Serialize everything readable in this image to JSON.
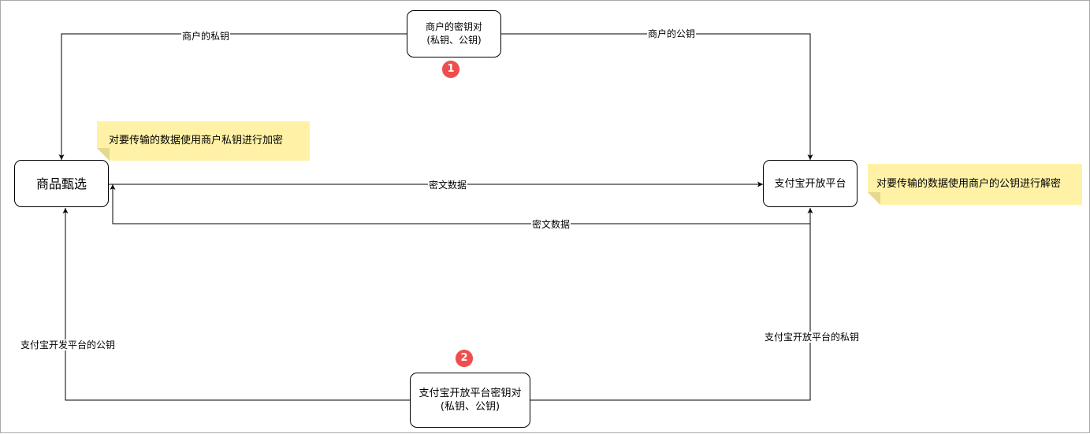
{
  "nodes": {
    "merchant_keypair": {
      "line1": "商户的密钥对",
      "line2": "(私钥、公钥)"
    },
    "shop": {
      "label": "商品甄选"
    },
    "alipay": {
      "label": "支付宝开放平台"
    },
    "alipay_keypair": {
      "line1": "支付宝开放平台密钥对",
      "line2": "(私钥、公钥)"
    }
  },
  "badges": {
    "first": "1",
    "second": "2"
  },
  "notes": {
    "encrypt": "对要传输的数据使用商户私钥进行加密",
    "decrypt": "对要传输的数据使用商户的公钥进行解密"
  },
  "edges": {
    "merchant_private_key": "商户的私钥",
    "merchant_public_key": "商户的公钥",
    "ciphertext_forward": "密文数据",
    "ciphertext_back": "密文数据",
    "alipay_public_key": "支付宝开发平台的公钥",
    "alipay_private_key": "支付宝开放平台的私钥"
  },
  "colors": {
    "badge": "#f24d4d",
    "note": "#fff2a6",
    "note_fold": "#e6d98f",
    "frame": "#a9a9a9"
  }
}
